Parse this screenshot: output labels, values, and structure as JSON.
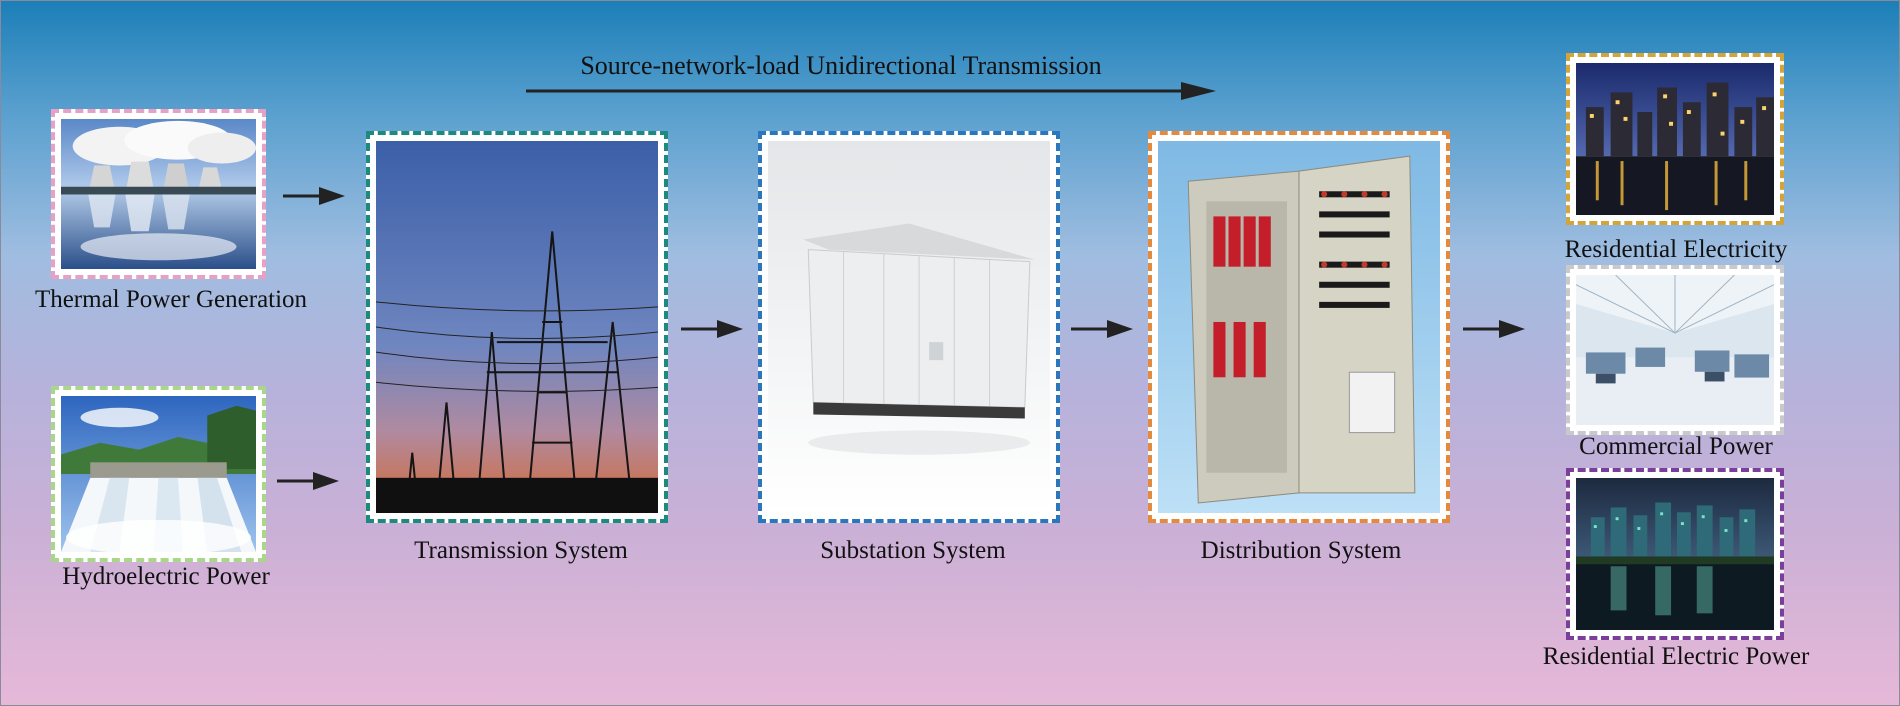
{
  "header": {
    "flow_label": "Source-network-load Unidirectional Transmission"
  },
  "sources": {
    "thermal": {
      "label": "Thermal Power Generation",
      "border_color": "#e7a0c6"
    },
    "hydro": {
      "label": "Hydroelectric Power",
      "border_color": "#a9d78a"
    }
  },
  "systems": {
    "transmission": {
      "label": "Transmission System",
      "border_color": "#1c8a7e"
    },
    "substation": {
      "label": "Substation System",
      "border_color": "#2a77be"
    },
    "distribution": {
      "label": "Distribution System",
      "border_color": "#e58a3c"
    }
  },
  "loads": {
    "residential_electricity": {
      "label": "Residential Electricity",
      "border_color": "#d2a43a"
    },
    "commercial": {
      "label": "Commercial Power",
      "border_color": "#c9c9c9"
    },
    "residential_power": {
      "label": "Residential Electric Power",
      "border_color": "#7b3e9b"
    }
  }
}
